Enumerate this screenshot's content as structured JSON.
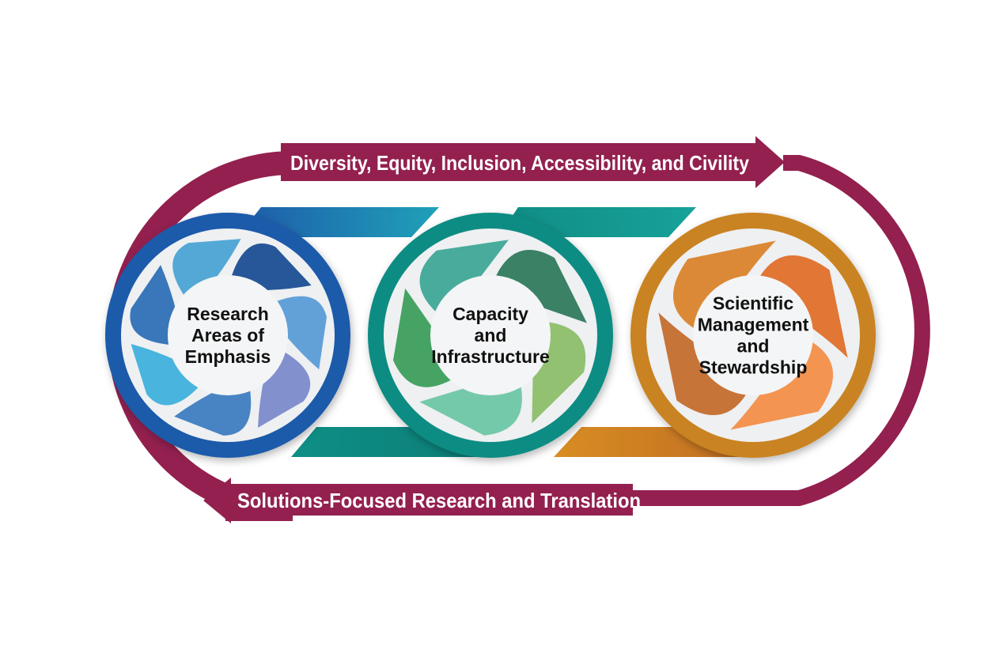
{
  "diagram": {
    "loop": {
      "top_label": "Diversity, Equity, Inclusion, Accessibility, and Civility",
      "bottom_label": "Solutions-Focused Research and Translation",
      "color": "#93204F"
    },
    "nodes": [
      {
        "id": "research",
        "lines": [
          "Research",
          "Areas of",
          "Emphasis"
        ],
        "ring_color": "#1E5AAA",
        "petal_colors": [
          "#1B4E94",
          "#5A9BD6",
          "#7C8ACB",
          "#3E7DC0",
          "#3FB0DB",
          "#2F6FB6",
          "#4AA3D4"
        ]
      },
      {
        "id": "capacity",
        "lines": [
          "Capacity",
          "and",
          "Infrastructure"
        ],
        "ring_color": "#0E8C83",
        "petal_colors": [
          "#2F7A5E",
          "#8DBE6A",
          "#6EC6A6",
          "#3C9E5B",
          "#3FA797"
        ]
      },
      {
        "id": "stewardship",
        "lines": [
          "Scientific",
          "Management",
          "and",
          "Stewardship"
        ],
        "ring_color": "#C98324",
        "petal_colors": [
          "#DF6F2A",
          "#F28E48",
          "#C46D2E",
          "#D9832B"
        ]
      }
    ]
  }
}
